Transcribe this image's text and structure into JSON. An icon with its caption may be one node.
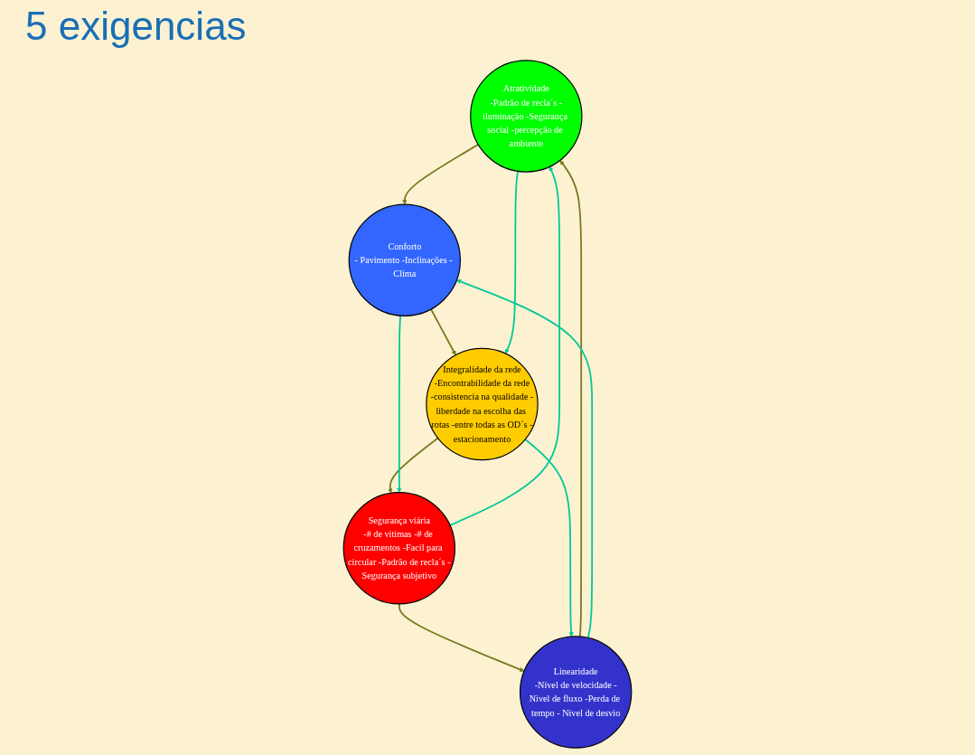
{
  "diagram": {
    "title": "5 exigencias",
    "nodes": [
      {
        "text": [
          "Atratividade",
          "-Padrão de recla´s -iluminação -Segurança social -percepção de ambiente"
        ]
      },
      {
        "text": [
          "Linearidade",
          "-Nível de velocidade -Nivel de fluxo -Perda de tempo - Nivel de desvio"
        ]
      },
      {
        "text": [
          "Conforto",
          "- Pavimento -Inclinações - Clima"
        ]
      },
      {
        "text": [
          "Segurança viária",
          "-# de vitimas -# de cruzamentos -Facil para circular -Padrão de recla´s -Segurança subjetivo"
        ]
      },
      {
        "text": [
          "Integralidade da rede",
          "-Encontrabilidade da rede",
          "-consistencia na qualidade -liberdade na escolha das rotas -entre todas as OD´s -estacionamento"
        ]
      }
    ],
    "edges": [
      {
        "from": 1,
        "to": 0,
        "arrow": "to",
        "color": "#7a7a1e"
      },
      {
        "from": 0,
        "to": 2,
        "arrow": "to",
        "color": "#7a7a1e"
      },
      {
        "from": 2,
        "to": 4,
        "arrow": "to",
        "color": "#7a7a1e"
      },
      {
        "from": 4,
        "to": 3,
        "arrow": "to",
        "color": "#7a7a1e"
      },
      {
        "from": 3,
        "to": 1,
        "arrow": "to",
        "color": "#7a7a1e"
      },
      {
        "from": 1,
        "to": 2,
        "arrow": "to",
        "color": "#00c896"
      },
      {
        "from": 0,
        "to": 4,
        "arrow": "to",
        "color": "#00c896"
      },
      {
        "from": 2,
        "to": 3,
        "arrow": "to",
        "color": "#00c896"
      },
      {
        "from": 4,
        "to": 1,
        "arrow": "to",
        "color": "#00c896"
      },
      {
        "from": 3,
        "to": 0,
        "arrow": "to",
        "color": "#00c896"
      }
    ]
  }
}
